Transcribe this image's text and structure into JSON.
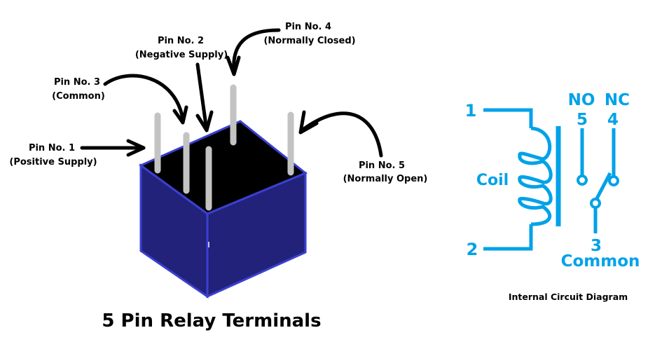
{
  "title": "5 Pin Relay Terminals",
  "circuit_caption": "Internal Circuit Diagram",
  "colors": {
    "relay_body": "#22227a",
    "relay_edge": "#3a40d0",
    "relay_top": "#000000",
    "pin": "#c3c3c3",
    "circuit": "#00a2e8",
    "arrow": "#000000"
  },
  "pin_labels": [
    {
      "id": 1,
      "name": "Pin No. 1",
      "desc": "(Positive Supply)"
    },
    {
      "id": 2,
      "name": "Pin No. 2",
      "desc": "(Negative Supply)"
    },
    {
      "id": 3,
      "name": "Pin No. 3",
      "desc": "(Common)"
    },
    {
      "id": 4,
      "name": "Pin No. 4",
      "desc": "(Normally Closed)"
    },
    {
      "id": 5,
      "name": "Pin No. 5",
      "desc": "(Normally Open)"
    }
  ],
  "circuit": {
    "coil_label": "Coil",
    "terminal_1": "1",
    "terminal_2": "2",
    "no_label": "NO",
    "nc_label": "NC",
    "terminal_5": "5",
    "terminal_4": "4",
    "terminal_3": "3",
    "common_label": "Common"
  }
}
